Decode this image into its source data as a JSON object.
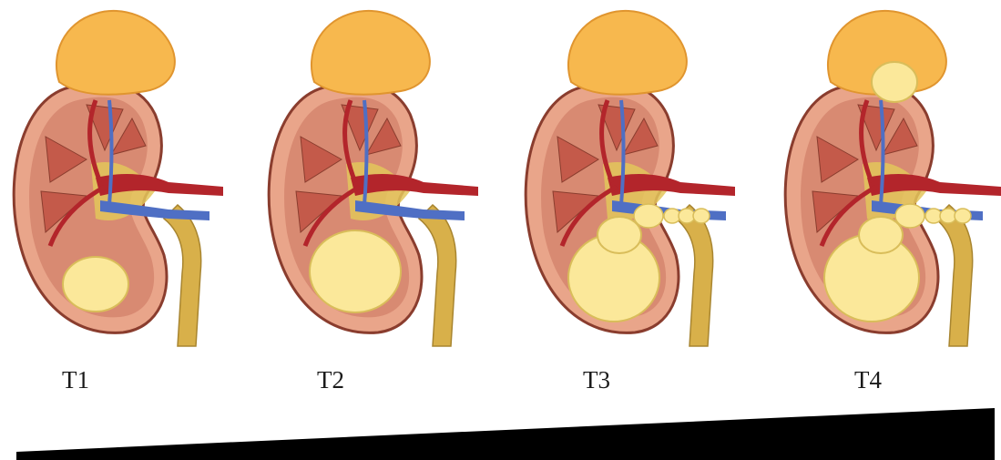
{
  "stages": [
    {
      "label": "T1",
      "tumor_size": "small",
      "vein_invasion": false,
      "adrenal_invasion": false
    },
    {
      "label": "T2",
      "tumor_size": "medium",
      "vein_invasion": false,
      "adrenal_invasion": false
    },
    {
      "label": "T3",
      "tumor_size": "large",
      "vein_invasion": true,
      "adrenal_invasion": false
    },
    {
      "label": "T4",
      "tumor_size": "large",
      "vein_invasion": true,
      "adrenal_invasion": true
    }
  ],
  "colors": {
    "adrenal": "#f7b84e",
    "cortex": "#e9a58a",
    "medulla": "#c45a4a",
    "artery": "#b3252b",
    "vein": "#4f6fc4",
    "ureter": "#d8b04a",
    "tumor": "#fbe89a",
    "progression_wedge": "#000000"
  }
}
